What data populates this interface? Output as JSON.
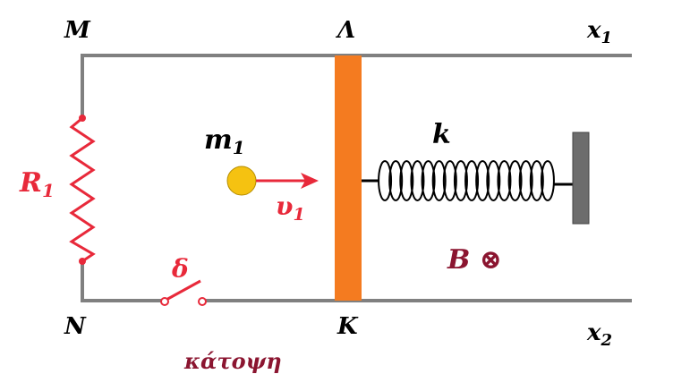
{
  "labels": {
    "M": "M",
    "N": "N",
    "Lambda": "Λ",
    "K": "K",
    "x1_main": "x",
    "x1_sub": "1",
    "x2_main": "x",
    "x2_sub": "2",
    "m1_main": "m",
    "m1_sub": "1",
    "v1_main": "υ",
    "v1_sub": "1",
    "R1_main": "R",
    "R1_sub": "1",
    "k": "k",
    "delta": "δ",
    "B": "B ⊗",
    "caption": "κάτοψη"
  },
  "colors": {
    "rail": "#808080",
    "rod": "#f47b20",
    "ball": "#f5c211",
    "arrow": "#e8293a",
    "switch": "#e8293a",
    "resistor": "#e8293a",
    "wall": "#6d6d6d",
    "spring": "#000000"
  },
  "icons": {
    "magnetic_field": "cross-circle-into-page"
  }
}
